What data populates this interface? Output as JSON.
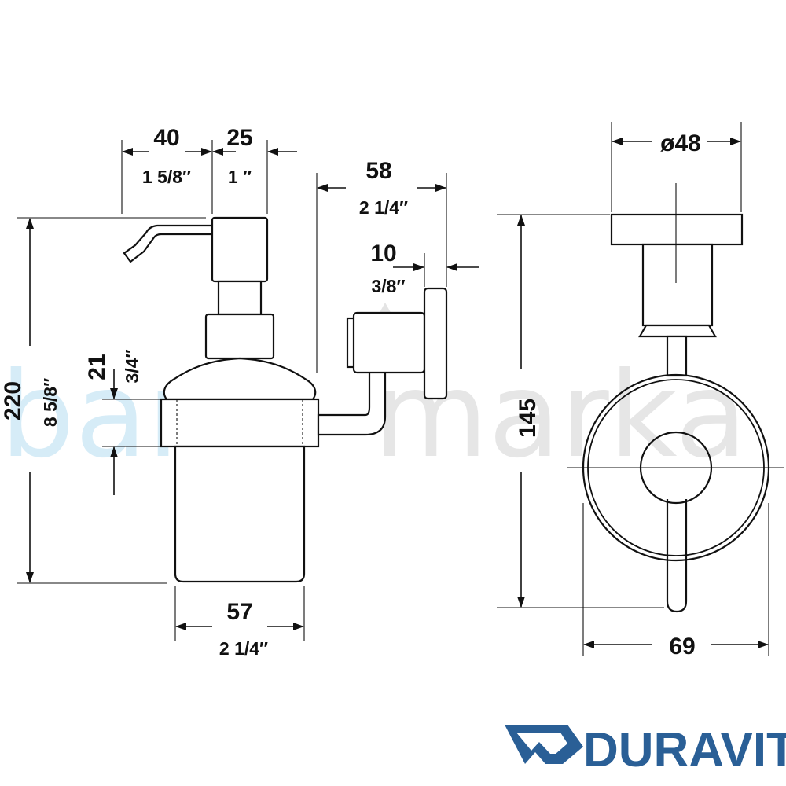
{
  "watermark": {
    "part1": "bany",
    "part2": "marka",
    "colors": {
      "part1": "#d6ecf7",
      "part2": "#e6e6e6"
    }
  },
  "brand": {
    "name": "DURAVIT",
    "color": "#2a5f96"
  },
  "dimensions": {
    "spout_offset": {
      "mm": "40",
      "inch": "1 5/8″"
    },
    "pump_width": {
      "mm": "25",
      "inch": "1 ″"
    },
    "projection": {
      "mm": "58",
      "inch": "2 1/4″"
    },
    "wall_plate": {
      "mm": "10",
      "inch": "3/8″"
    },
    "total_height": {
      "mm": "220",
      "inch": "8 5/8″"
    },
    "ring_height": {
      "mm": "21",
      "inch": "3/4″"
    },
    "glass_width": {
      "mm": "57",
      "inch": "2 1/4″"
    },
    "mount_diameter": {
      "mm": "ø48"
    },
    "side_height": {
      "mm": "145"
    },
    "ring_diameter": {
      "mm": "69"
    }
  },
  "colors": {
    "line": "#111111",
    "background": "#ffffff"
  }
}
